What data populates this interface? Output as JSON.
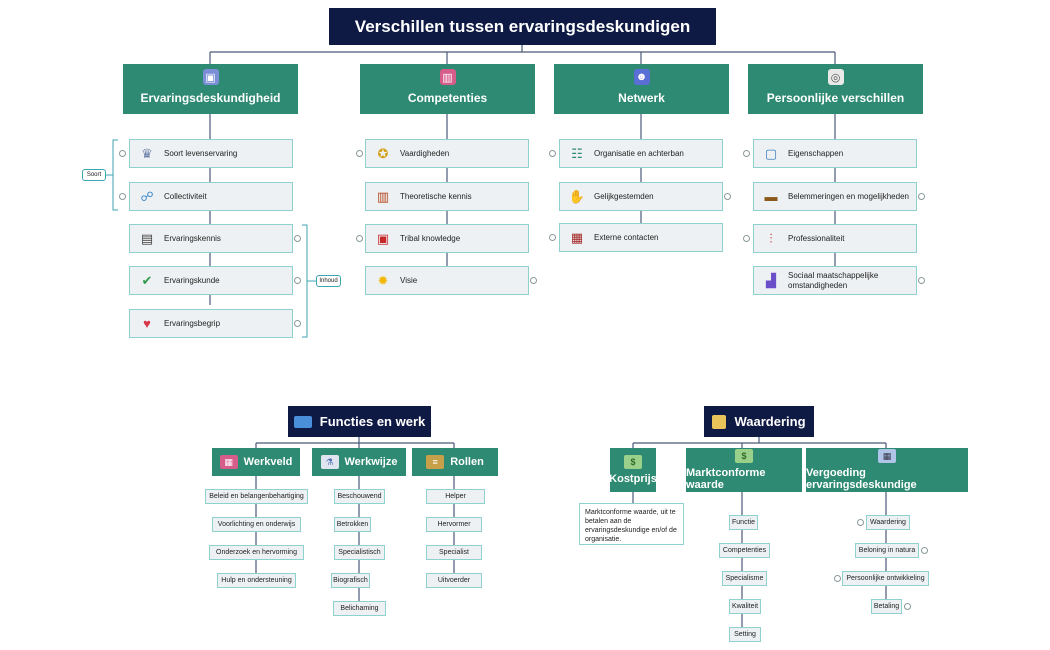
{
  "title": "Verschillen tussen ervaringsdeskundigen",
  "categories": {
    "c1": "Ervaringsdeskundigheid",
    "c2": "Competenties",
    "c3": "Netwerk",
    "c4": "Persoonlijke verschillen"
  },
  "c1_items": [
    "Soort levenservaring",
    "Collectiviteit",
    "Ervaringskennis",
    "Ervaringskunde",
    "Ervaringsbegrip"
  ],
  "c1_tags": {
    "soort": "Soort",
    "inhoud": "Inhoud"
  },
  "c2_items": [
    "Vaardigheden",
    "Theoretische kennis",
    "Tribal knowledge",
    "Visie"
  ],
  "c3_items": [
    "Organisatie en achterban",
    "Gelijkgestemden",
    "Externe contacten"
  ],
  "c4_items": [
    "Eigenschappen",
    "Belemmeringen en mogelijkheden",
    "Professionaliteit",
    "Sociaal maatschappelijke omstandigheden"
  ],
  "functies": {
    "title": "Functies en werk",
    "subs": [
      "Werkveld",
      "Werkwijze",
      "Rollen"
    ],
    "werkveld": [
      "Beleid en belangenbehartiging",
      "Voorlichting en onderwijs",
      "Onderzoek en hervorming",
      "Hulp en ondersteuning"
    ],
    "werkwijze": [
      "Beschouwend",
      "Betrokken",
      "Specialistisch",
      "Biografisch",
      "Belichaming"
    ],
    "rollen": [
      "Helper",
      "Hervormer",
      "Specialist",
      "Uitvoerder"
    ]
  },
  "waardering": {
    "title": "Waardering",
    "subs": [
      "Kostprijs",
      "Marktconforme waarde",
      "Vergoeding ervaringsdeskundige"
    ],
    "kostprijs_note": "Marktconforme waarde, uit te betalen aan de ervaringsdeskundige en/of de organisatie.",
    "markt": [
      "Functie",
      "Competenties",
      "Specialisme",
      "Kwaliteit",
      "Setting"
    ],
    "vergoeding": [
      "Waardering",
      "Beloning in natura",
      "Persoonlijke ontwikkeling",
      "Betaling"
    ]
  },
  "colors": {
    "navy": "#0f1a44",
    "teal": "#2e8a72",
    "node_bg": "#eef1f3",
    "node_border": "#8fd1cc",
    "line": "#4a5a78"
  }
}
